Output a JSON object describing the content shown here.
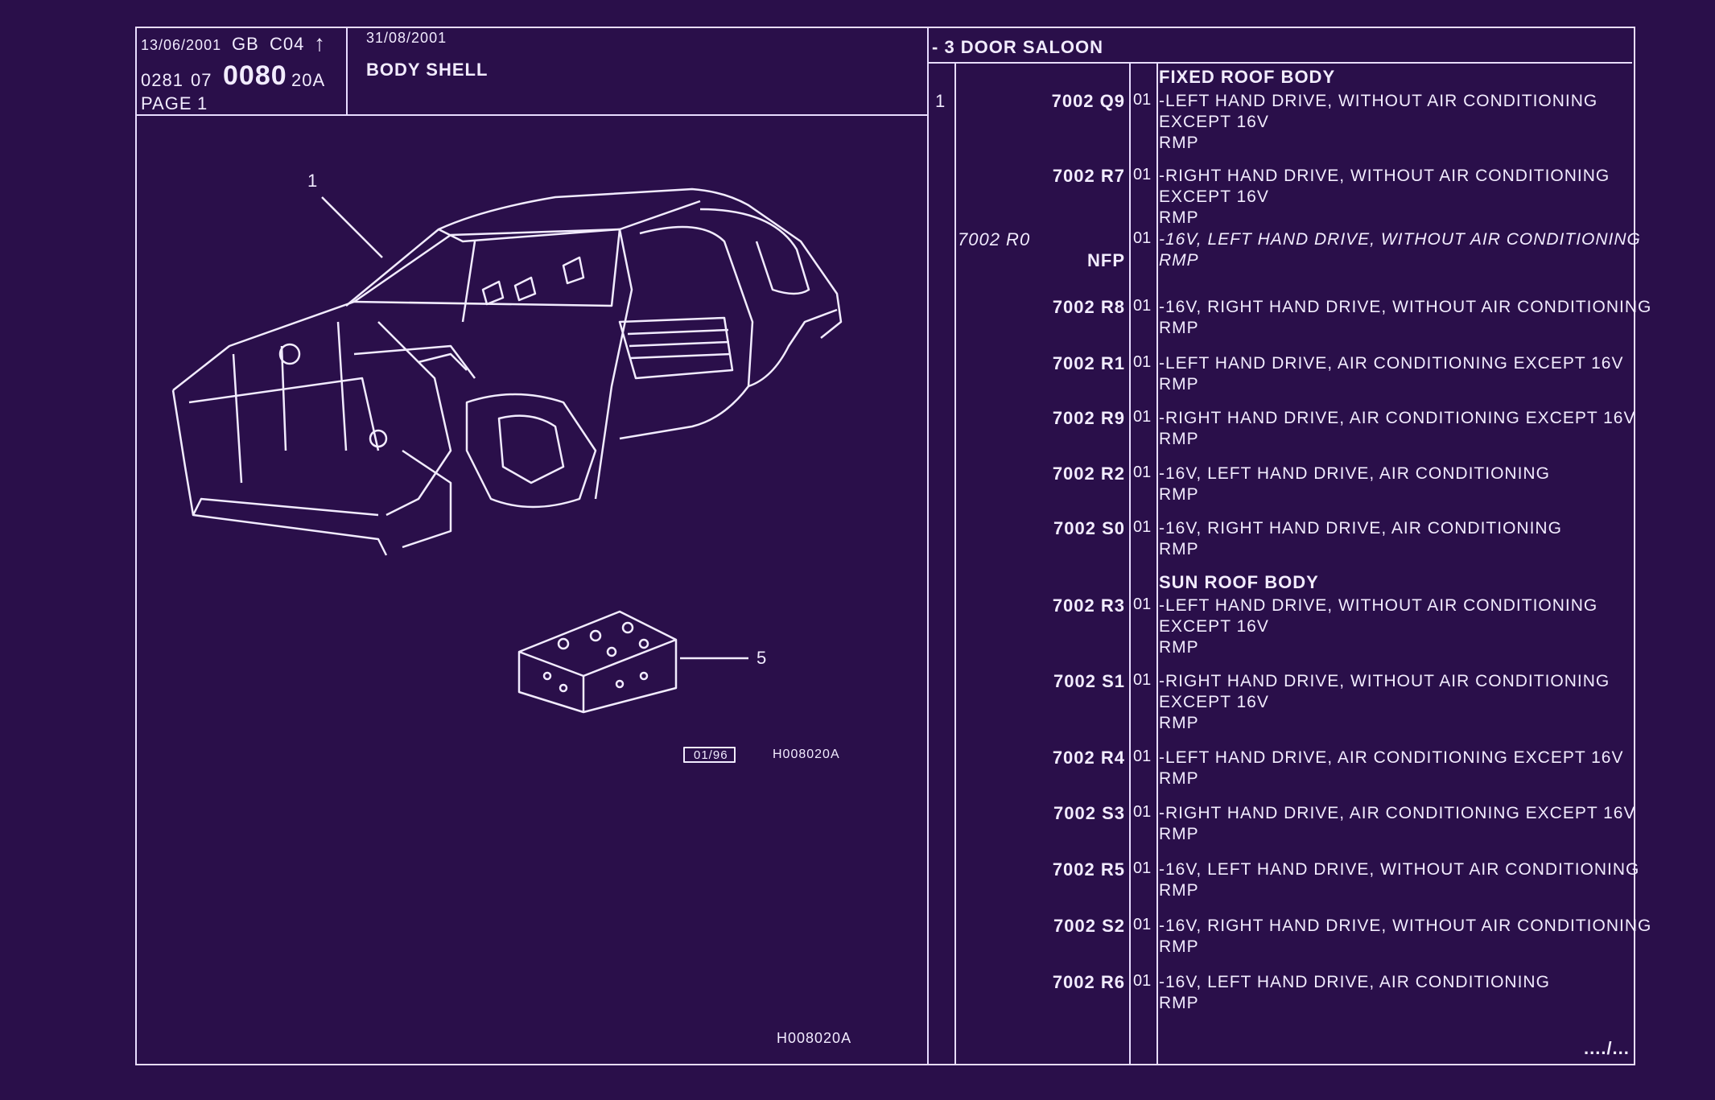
{
  "header": {
    "date1": "13/06/2001",
    "lang": "GB",
    "code": "C04",
    "arrow": "↑",
    "ref_a": "0281",
    "ref_b": "07",
    "ref_main": "0080",
    "ref_c": "20A",
    "page_label": "PAGE",
    "page_num": "1",
    "date2": "31/08/2001",
    "section_title": "BODY SHELL",
    "model": "- 3 DOOR SALOON"
  },
  "illustration": {
    "callout_1": "1",
    "callout_5": "5",
    "stamp_date": "01/96",
    "stamp_code": "H008020A",
    "footer_code": "H008020A"
  },
  "parts": {
    "item_no": "1",
    "groups": [
      {
        "heading": "FIXED ROOF BODY",
        "rows": [
          {
            "ref": "7002 Q9",
            "qty": "01",
            "lines": [
              "-LEFT HAND DRIVE, WITHOUT AIR CONDITIONING",
              "EXCEPT  16V",
              "RMP"
            ]
          },
          {
            "ref": "7002 R7",
            "qty": "01",
            "lines": [
              "-RIGHT HAND DRIVE, WITHOUT AIR CONDITIONING",
              "EXCEPT  16V",
              "RMP"
            ]
          },
          {
            "ref_italic": "7002 R0",
            "ref": "NFP",
            "qty": "01",
            "italic": true,
            "lines": [
              "-16V, LEFT HAND DRIVE, WITHOUT AIR CONDITIONING",
              "RMP"
            ]
          },
          {
            "ref": "7002 R8",
            "qty": "01",
            "lines": [
              "-16V, RIGHT HAND DRIVE, WITHOUT AIR CONDITIONING",
              "RMP"
            ]
          },
          {
            "ref": "7002 R1",
            "qty": "01",
            "lines": [
              "-LEFT HAND DRIVE, AIR CONDITIONING EXCEPT  16V",
              "RMP"
            ]
          },
          {
            "ref": "7002 R9",
            "qty": "01",
            "lines": [
              "-RIGHT HAND DRIVE, AIR CONDITIONING EXCEPT  16V",
              "RMP"
            ]
          },
          {
            "ref": "7002 R2",
            "qty": "01",
            "lines": [
              "-16V, LEFT HAND DRIVE, AIR CONDITIONING",
              "RMP"
            ]
          },
          {
            "ref": "7002 S0",
            "qty": "01",
            "lines": [
              "-16V, RIGHT HAND DRIVE, AIR CONDITIONING",
              "RMP"
            ]
          }
        ]
      },
      {
        "heading": "SUN ROOF BODY",
        "rows": [
          {
            "ref": "7002 R3",
            "qty": "01",
            "lines": [
              "-LEFT HAND DRIVE, WITHOUT AIR CONDITIONING",
              "EXCEPT  16V",
              "RMP"
            ]
          },
          {
            "ref": "7002 S1",
            "qty": "01",
            "lines": [
              "-RIGHT HAND DRIVE, WITHOUT AIR CONDITIONING",
              "EXCEPT  16V",
              "RMP"
            ]
          },
          {
            "ref": "7002 R4",
            "qty": "01",
            "lines": [
              "-LEFT HAND DRIVE, AIR CONDITIONING EXCEPT  16V",
              "RMP"
            ]
          },
          {
            "ref": "7002 S3",
            "qty": "01",
            "lines": [
              "-RIGHT HAND DRIVE, AIR CONDITIONING EXCEPT  16V",
              "RMP"
            ]
          },
          {
            "ref": "7002 R5",
            "qty": "01",
            "lines": [
              "-16V, LEFT HAND DRIVE, WITHOUT AIR CONDITIONING",
              "RMP"
            ]
          },
          {
            "ref": "7002 S2",
            "qty": "01",
            "lines": [
              "-16V, RIGHT HAND DRIVE, WITHOUT AIR CONDITIONING",
              "RMP"
            ]
          },
          {
            "ref": "7002 R6",
            "qty": "01",
            "lines": [
              "-16V, LEFT HAND DRIVE, AIR CONDITIONING",
              "RMP"
            ]
          }
        ]
      }
    ],
    "continued": "..../..."
  }
}
